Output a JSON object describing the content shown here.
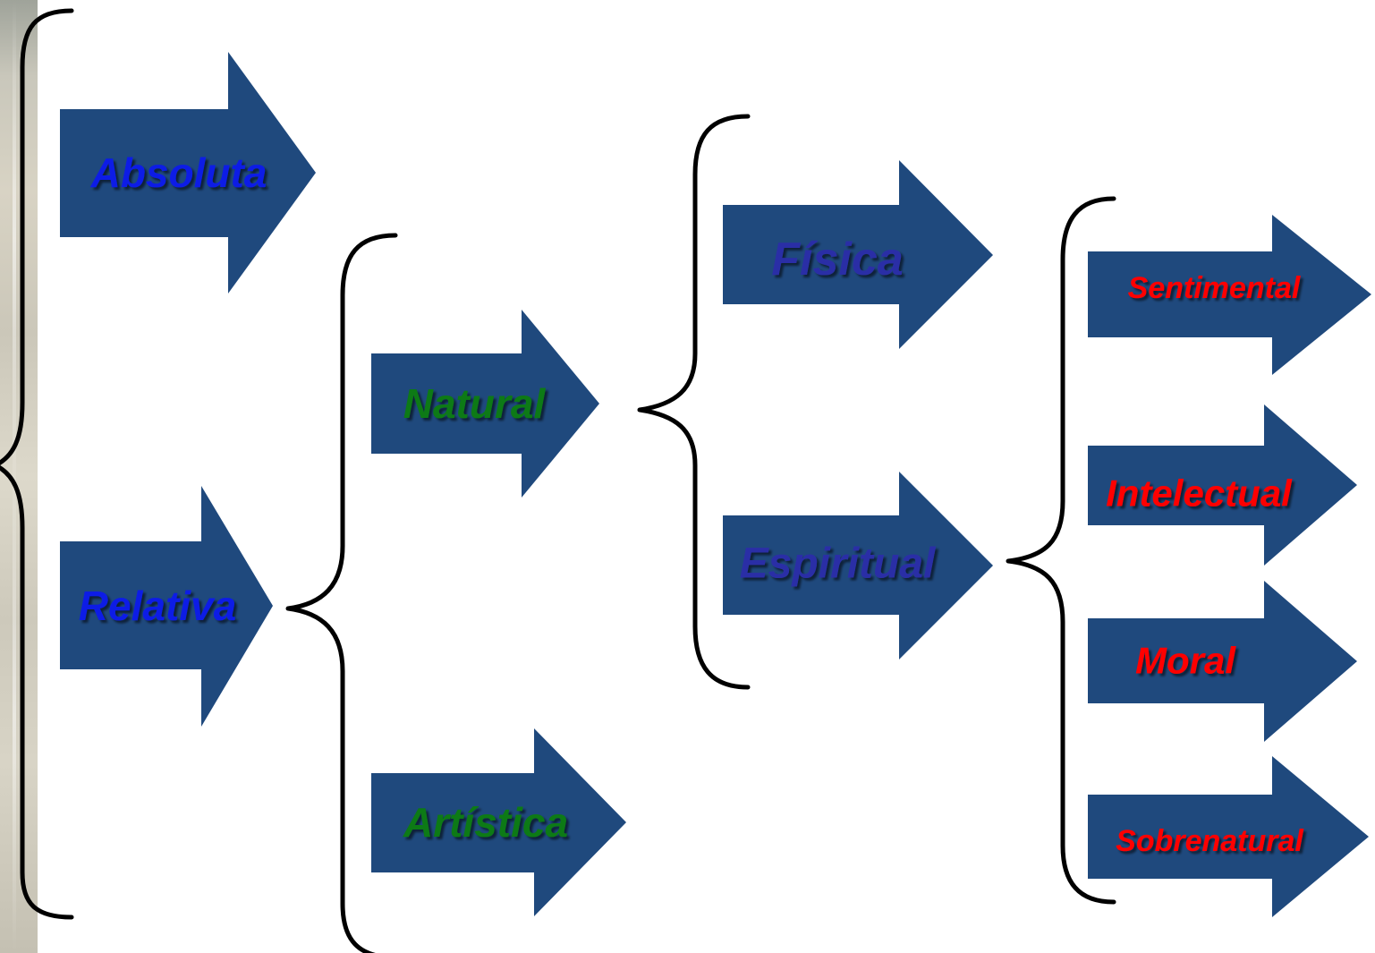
{
  "diagram": {
    "level1": {
      "absoluta": "Absoluta",
      "relativa": "Relativa"
    },
    "level2": {
      "natural": "Natural",
      "artistica": "Artística"
    },
    "level3": {
      "fisica": "Física",
      "espiritual": "Espiritual"
    },
    "level4": {
      "sentimental": "Sentimental",
      "intelectual": "Intelectual",
      "moral": "Moral",
      "sobrenatural": "Sobrenatural"
    },
    "colors": {
      "arrow_fill": "#1f497d",
      "brace_stroke": "#000000",
      "level1_text": "#0a1ee6",
      "level2_text": "#0d7a12",
      "level3_text": "#2b2fa6",
      "level4_text": "#ff0000"
    }
  }
}
